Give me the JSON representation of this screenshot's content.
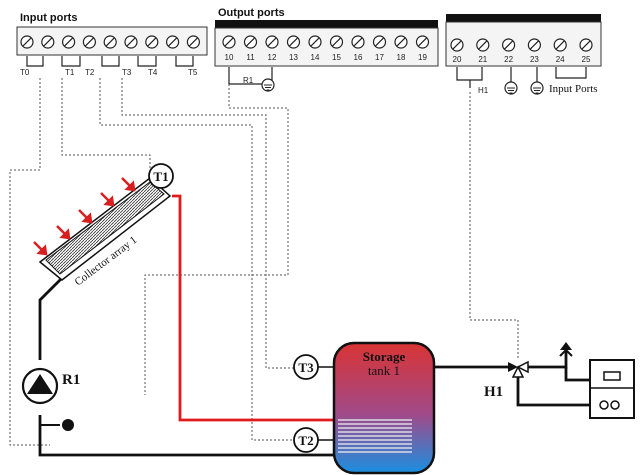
{
  "input_ports": {
    "heading": "Input ports",
    "terminals": [
      "T0",
      "T1",
      "T2",
      "T3",
      "T4",
      "T5"
    ]
  },
  "output_ports": {
    "heading": "Output ports",
    "numbers": [
      "10",
      "11",
      "12",
      "13",
      "14",
      "15",
      "16",
      "17",
      "18",
      "19"
    ],
    "relay": "R1"
  },
  "right_block": {
    "numbers": [
      "20",
      "21",
      "22",
      "23",
      "24",
      "25"
    ],
    "heater": "H1",
    "input_label": "Input Ports"
  },
  "collector": {
    "label": "Collector array 1",
    "sensor": "T1"
  },
  "tank": {
    "line1": "Storage",
    "line2": "tank 1",
    "sensor_top": "T3",
    "sensor_bottom": "T2"
  },
  "pump": {
    "label": "R1"
  },
  "valve": {
    "label": "H1"
  },
  "colors": {
    "hot_pipe": "#e01b1b",
    "cold_pipe": "#111111",
    "tank_top": "#d93434",
    "tank_bottom": "#1a8fe0",
    "collector_arrows": "#d81f1f"
  }
}
